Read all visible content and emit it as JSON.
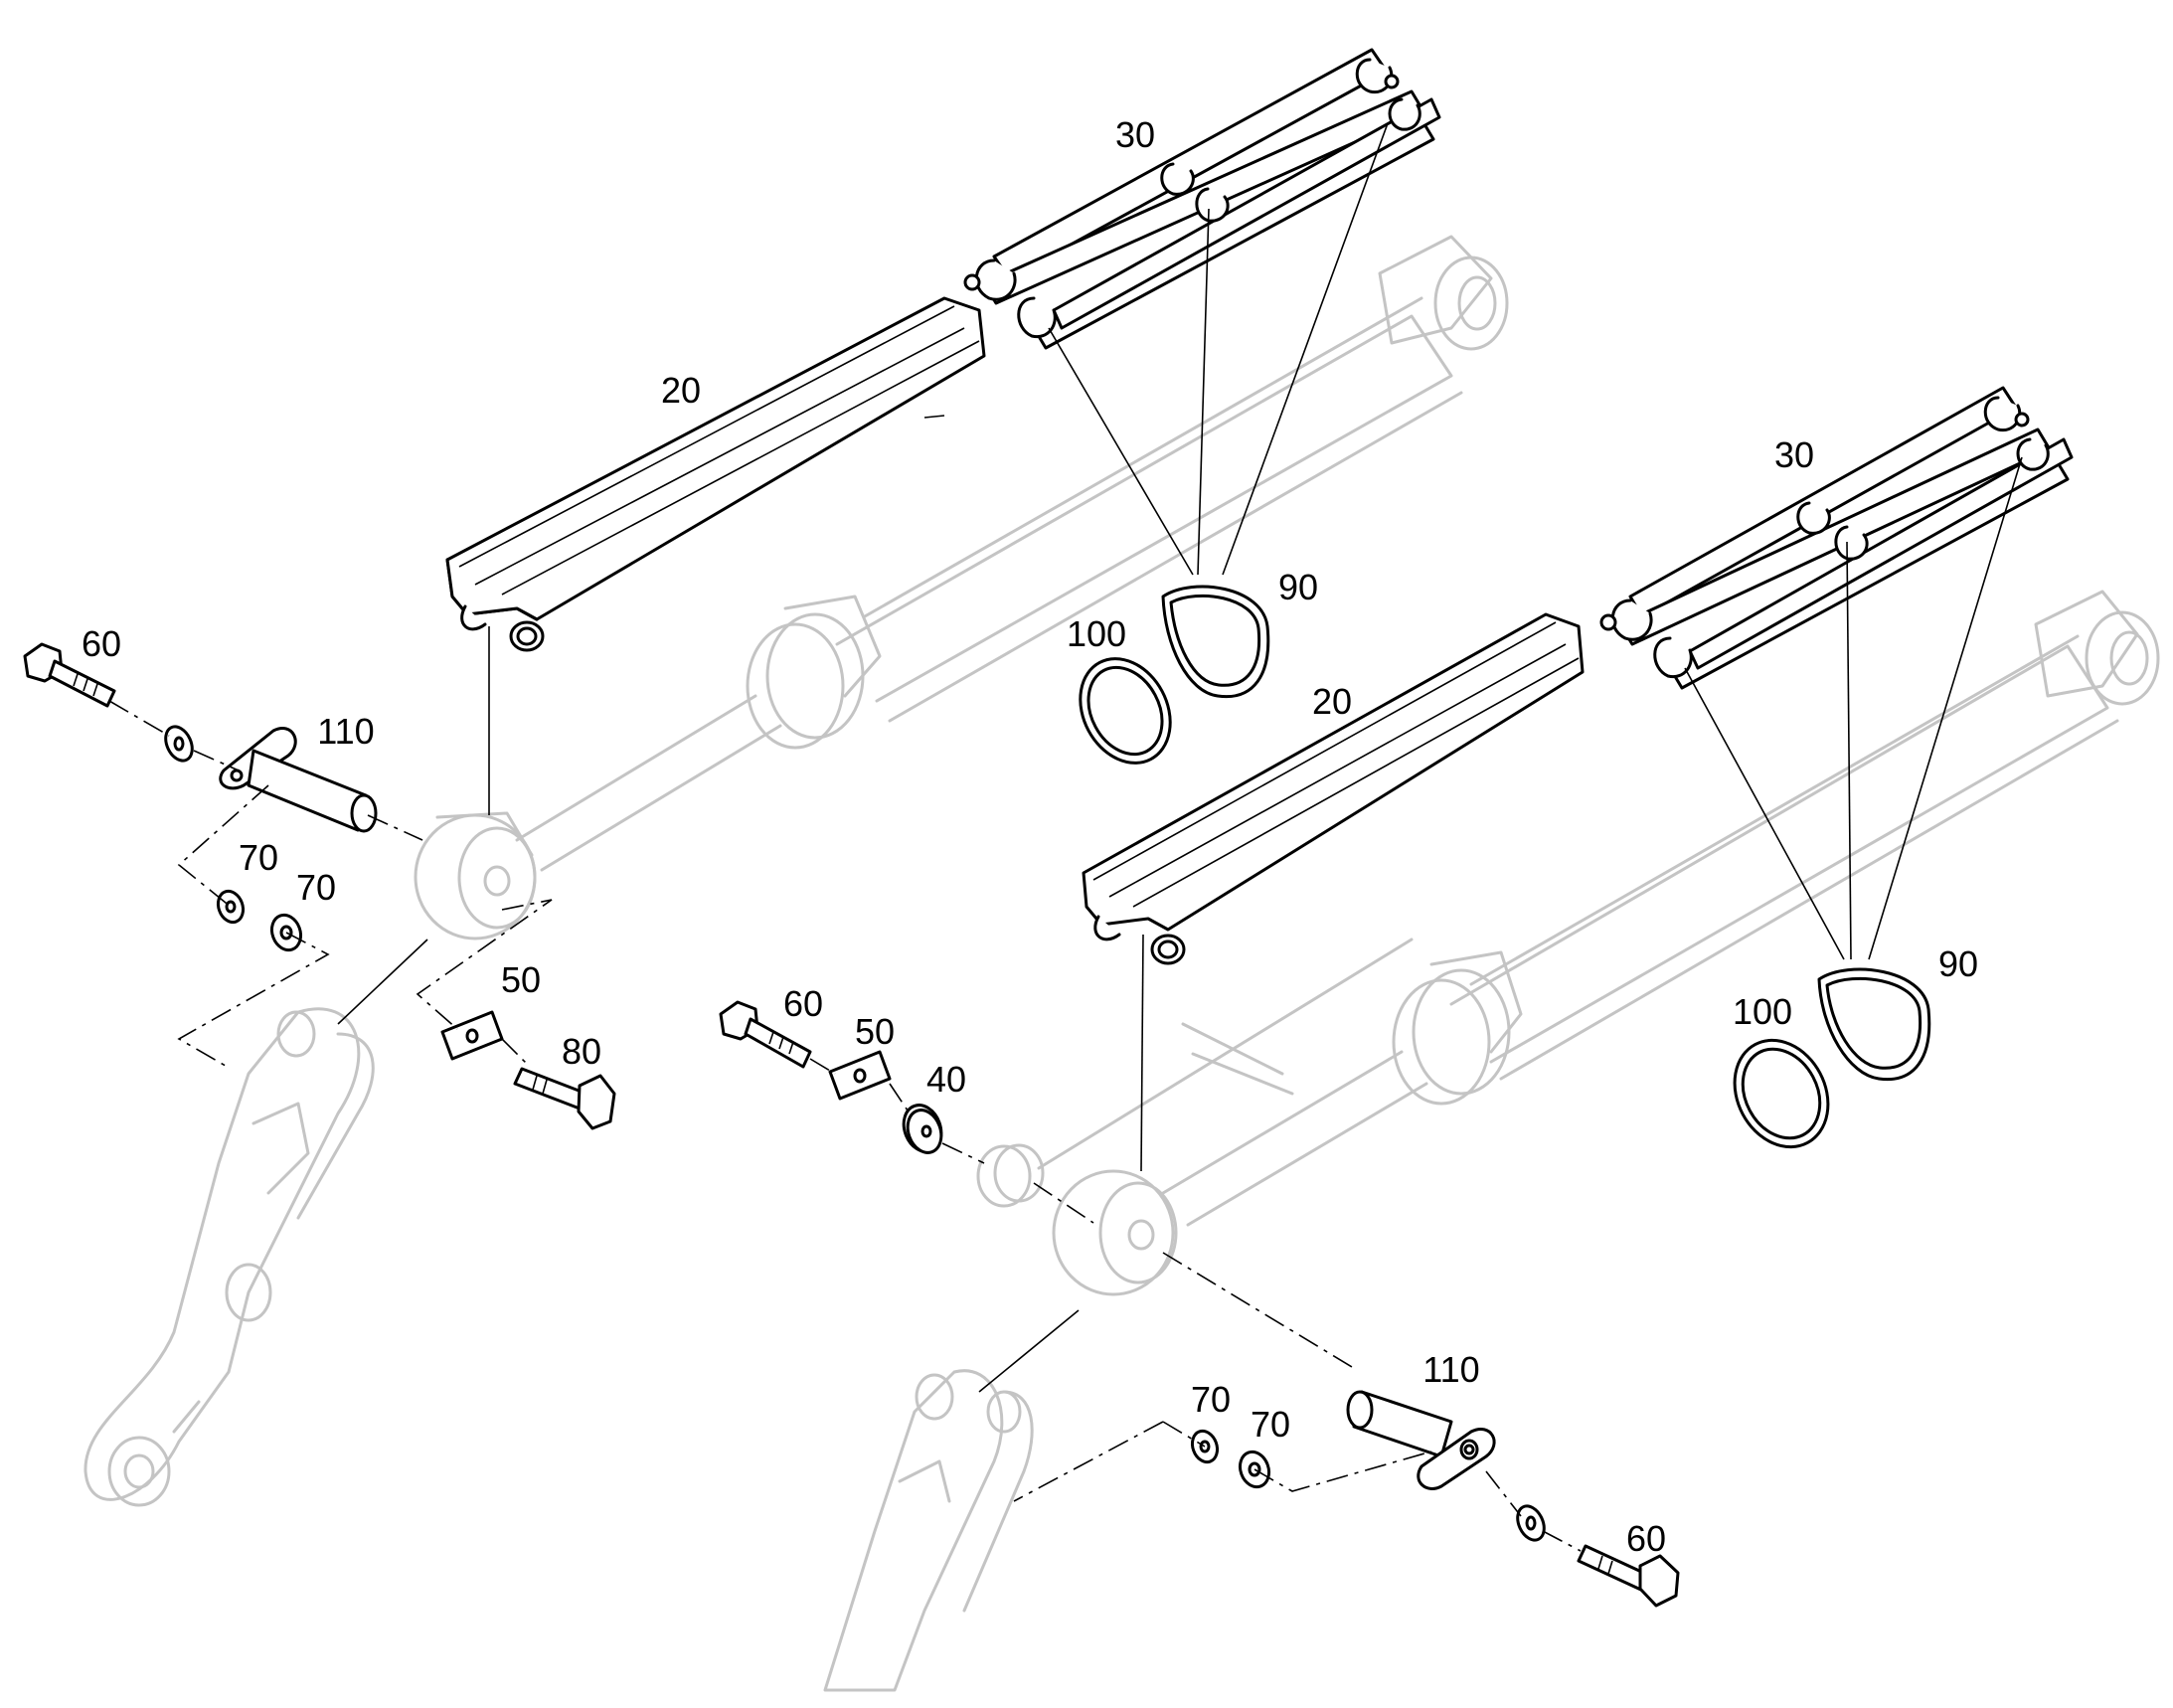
{
  "labels": {
    "l30a": "30",
    "l20a": "20",
    "l30b": "30",
    "l90a": "90",
    "l100a": "100",
    "l20b": "20",
    "l60a": "60",
    "l110a": "110",
    "l70a": "70",
    "l70b": "70",
    "l50a": "50",
    "l80": "80",
    "l60b": "60",
    "l50b": "50",
    "l40": "40",
    "l90b": "90",
    "l100b": "100",
    "l110b": "110",
    "l70c": "70",
    "l70d": "70",
    "l60c": "60"
  }
}
